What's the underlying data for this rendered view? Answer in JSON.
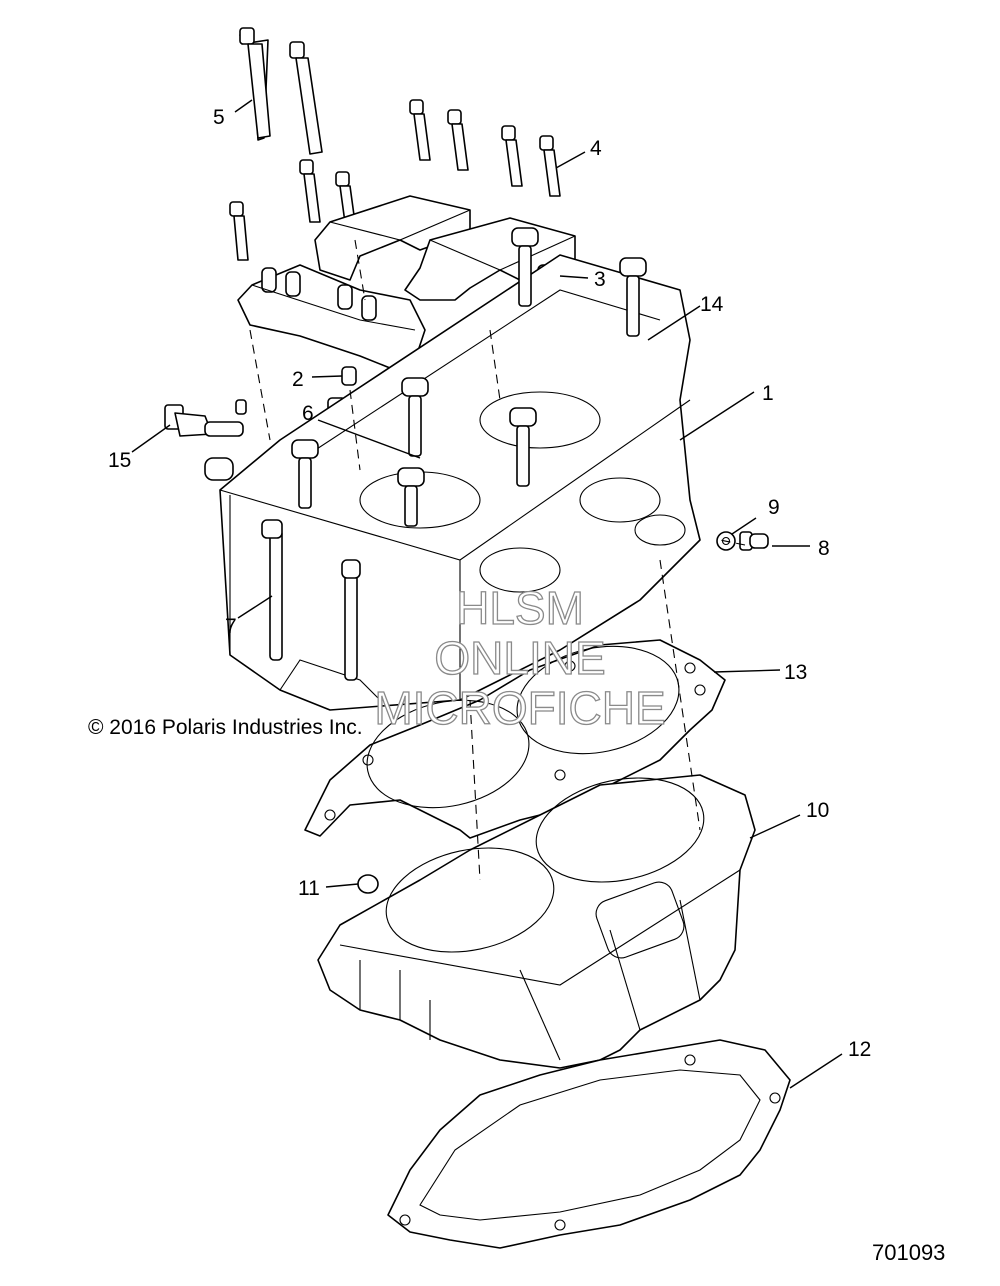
{
  "diagram": {
    "copyright": "© 2016 Polaris Industries Inc.",
    "figure_number": "701093",
    "watermark": [
      "HLSM",
      "ONLINE",
      "MICROFICHE"
    ],
    "callouts": {
      "c1": "1",
      "c2": "2",
      "c3": "3",
      "c4": "4",
      "c5": "5",
      "c6": "6",
      "c7": "7",
      "c8": "8",
      "c9": "9",
      "c10": "10",
      "c11": "11",
      "c12": "12",
      "c13": "13",
      "c14": "14",
      "c15": "15"
    }
  }
}
